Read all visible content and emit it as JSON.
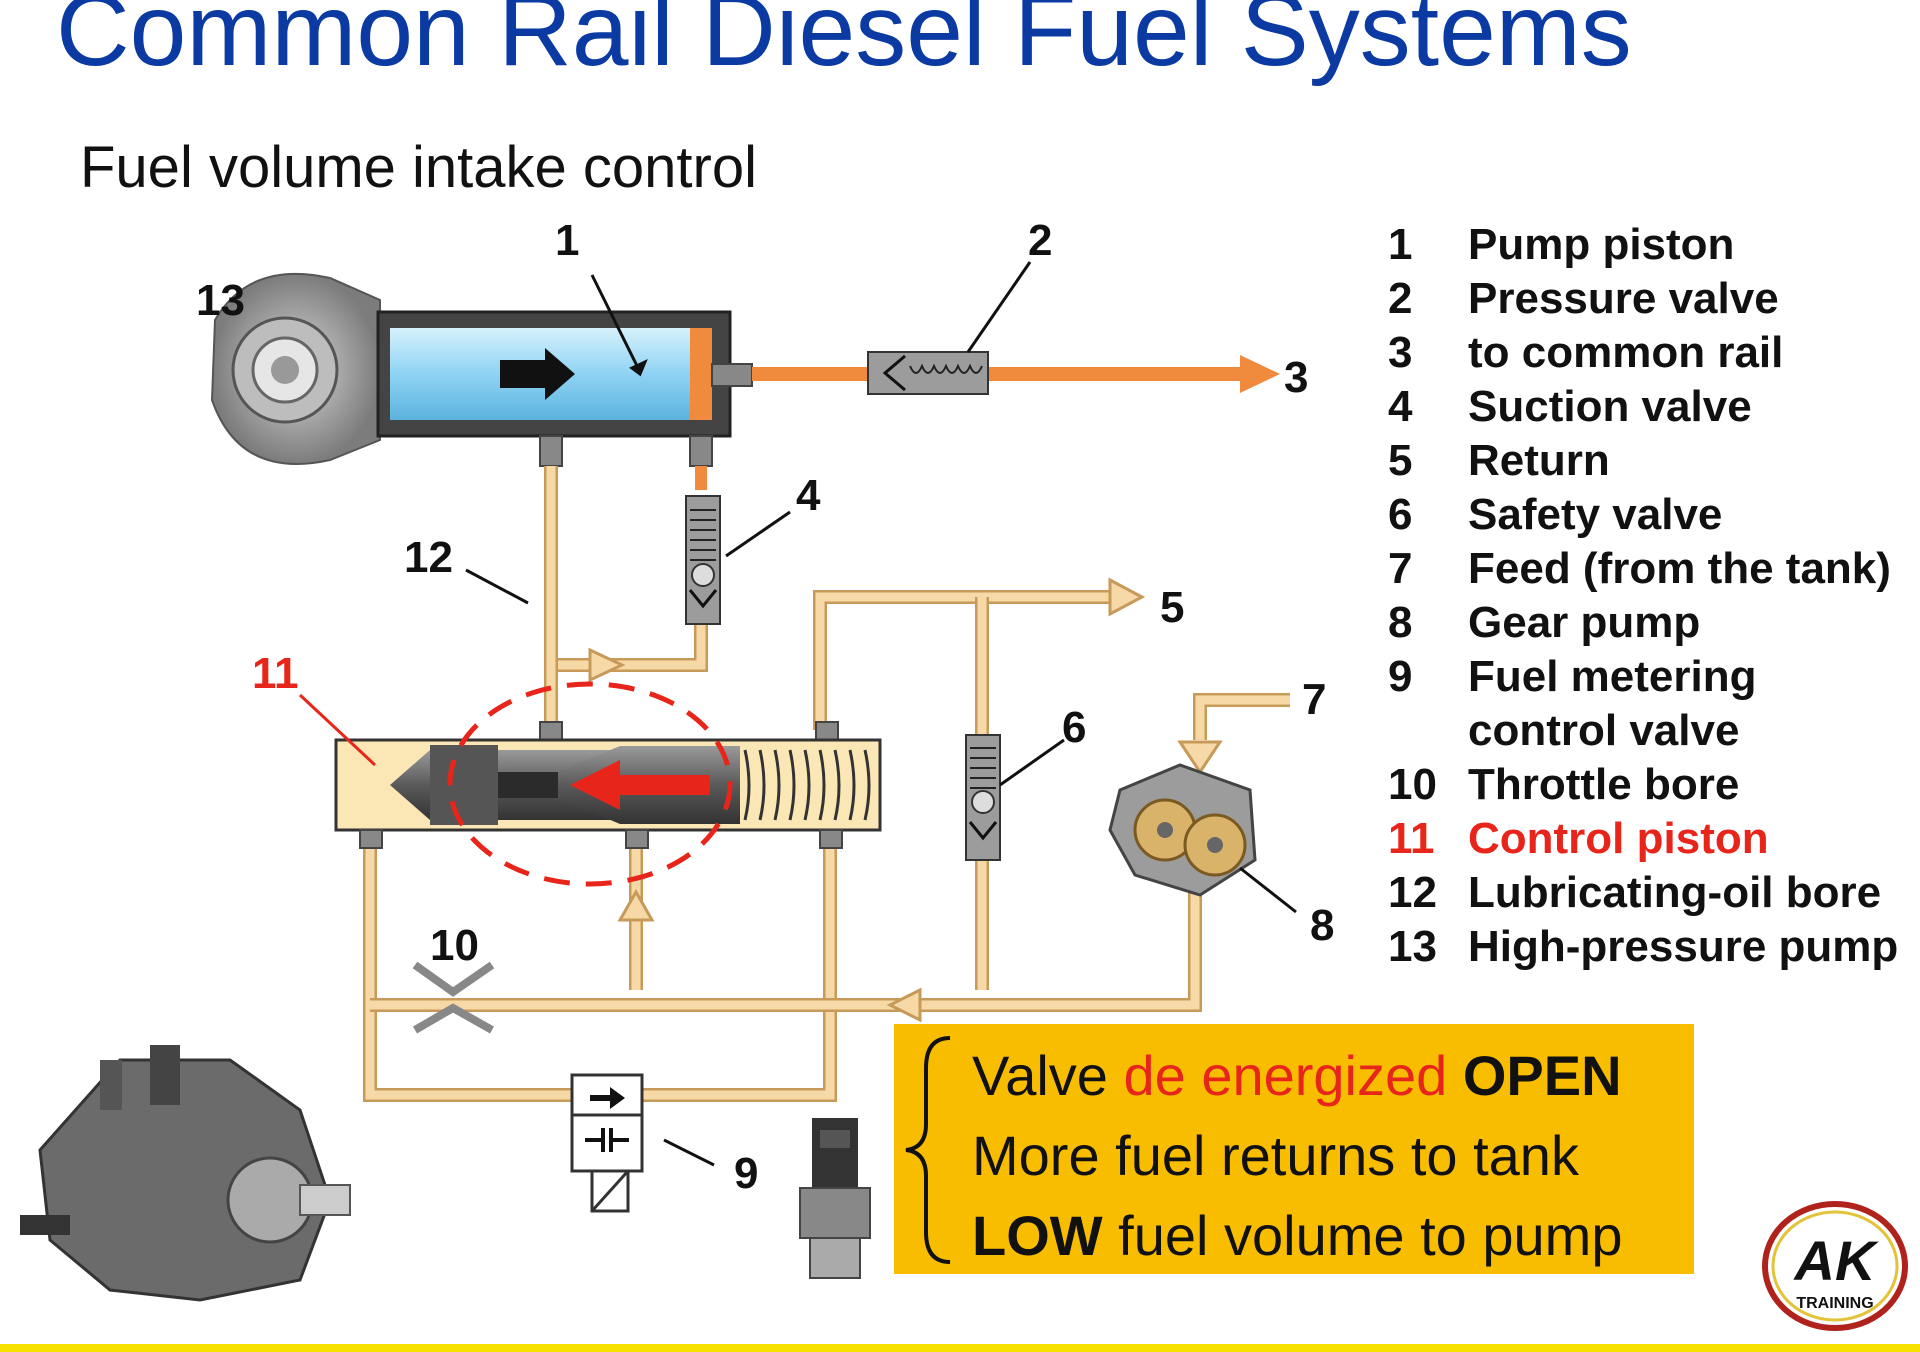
{
  "title": "Common Rail Diesel Fuel Systems",
  "subtitle": "Fuel volume intake control",
  "legend": [
    {
      "num": "1",
      "text": "Pump piston"
    },
    {
      "num": "2",
      "text": "Pressure valve"
    },
    {
      "num": "3",
      "text": "to common rail"
    },
    {
      "num": "4",
      "text": "Suction valve"
    },
    {
      "num": "5",
      "text": "Return"
    },
    {
      "num": "6",
      "text": "Safety valve"
    },
    {
      "num": "7",
      "text": "Feed (from the tank)"
    },
    {
      "num": "8",
      "text": "Gear pump"
    },
    {
      "num": "9",
      "text": "Fuel metering control valve"
    },
    {
      "num": "10",
      "text": "Throttle bore"
    },
    {
      "num": "11",
      "text": "Control piston"
    },
    {
      "num": "12",
      "text": "Lubricating-oil bore"
    },
    {
      "num": "13",
      "text": "High-pressure pump"
    }
  ],
  "diagram_labels": {
    "n1": "1",
    "n2": "2",
    "n3": "3",
    "n4": "4",
    "n5": "5",
    "n6": "6",
    "n7": "7",
    "n8": "8",
    "n9": "9",
    "n10": "10",
    "n11": "11",
    "n12": "12",
    "n13": "13"
  },
  "callout": {
    "line1_a": "Valve ",
    "line1_b": "de energized",
    "line1_c": " OPEN",
    "line2": "More fuel returns to tank",
    "line3_a": "LOW",
    "line3_b": " fuel volume to pump"
  },
  "logo": {
    "big": "AK",
    "small": "TRAINING"
  },
  "colors": {
    "title": "#0b3aa3",
    "highlight": "#e8251b",
    "callout_bg": "#f9bd00",
    "fuel_line": "#f7d9a8",
    "high_pressure_line": "#f08a3c",
    "piston_chamber": "#8fd3f4"
  }
}
